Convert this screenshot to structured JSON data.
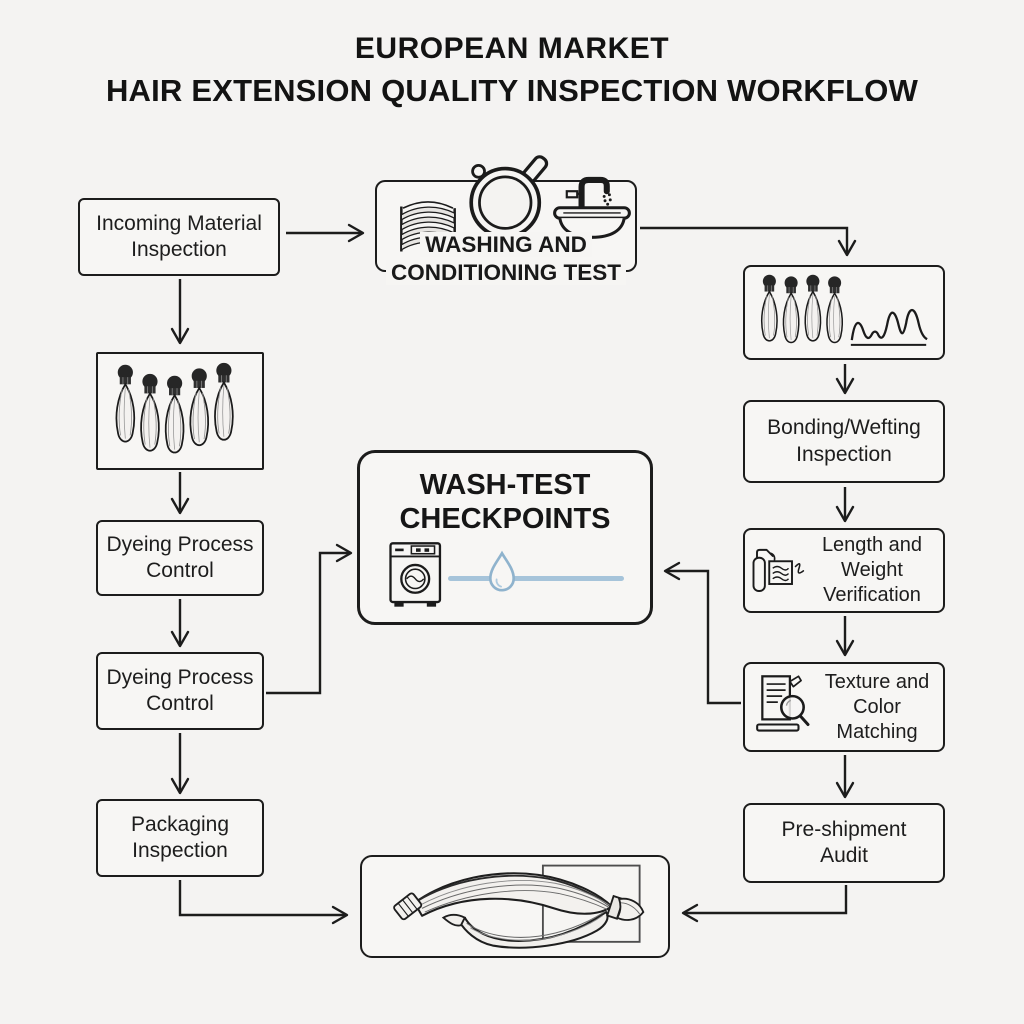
{
  "title": {
    "line1": "EUROPEAN MARKET",
    "line2": "HAIR EXTENSION QUALITY INSPECTION WORKFLOW"
  },
  "colors": {
    "background": "#f4f3f2",
    "node_fill": "#f7f6f4",
    "line": "#1c1c1c",
    "text": "#1d1d1d",
    "accent_blue": "#a6c4da"
  },
  "nodes": {
    "incoming_material": {
      "label": "Incoming Material Inspection"
    },
    "washing_conditioning": {
      "label": "WASHING AND CONDITIONING TEST",
      "icons": [
        "hair-weft-stack-icon",
        "inspection-pan-icon",
        "washing-sink-icon"
      ]
    },
    "washed_samples": {
      "icons": [
        "hair-bundles-icon",
        "wave-pattern-icon"
      ]
    },
    "bonding_wefting": {
      "label": "Bonding/Wefting Inspection"
    },
    "length_weight": {
      "label": "Length and Weight Verification",
      "icon": "measuring-tools-icon"
    },
    "texture_color": {
      "label": "Texture and Color Matching",
      "icon": "document-magnifier-icon"
    },
    "pre_shipment": {
      "label": "Pre-shipment Audit"
    },
    "raw_hair": {
      "icon": "hair-bundles-icon"
    },
    "dyeing_1": {
      "label": "Dyeing Process Control"
    },
    "dyeing_2": {
      "label": "Dyeing Process Control"
    },
    "packaging": {
      "label": "Packaging Inspection"
    },
    "wash_test_checkpoints": {
      "label": "WASH-TEST CHECKPOINTS",
      "icons": [
        "washing-machine-icon",
        "water-drop-icon"
      ]
    },
    "finished_extensions": {
      "icon": "hair-extensions-icon"
    }
  },
  "edges": [
    {
      "from": "incoming_material",
      "to": "washing_conditioning"
    },
    {
      "from": "incoming_material",
      "to": "raw_hair"
    },
    {
      "from": "washing_conditioning",
      "to": "washed_samples"
    },
    {
      "from": "washed_samples",
      "to": "bonding_wefting"
    },
    {
      "from": "bonding_wefting",
      "to": "length_weight"
    },
    {
      "from": "length_weight",
      "to": "texture_color"
    },
    {
      "from": "texture_color",
      "to": "pre_shipment"
    },
    {
      "from": "raw_hair",
      "to": "dyeing_1"
    },
    {
      "from": "dyeing_1",
      "to": "dyeing_2"
    },
    {
      "from": "dyeing_2",
      "to": "packaging"
    },
    {
      "from": "dyeing_2",
      "to": "wash_test_checkpoints"
    },
    {
      "from": "texture_color",
      "to": "wash_test_checkpoints"
    },
    {
      "from": "packaging",
      "to": "finished_extensions"
    },
    {
      "from": "pre_shipment",
      "to": "finished_extensions"
    }
  ]
}
